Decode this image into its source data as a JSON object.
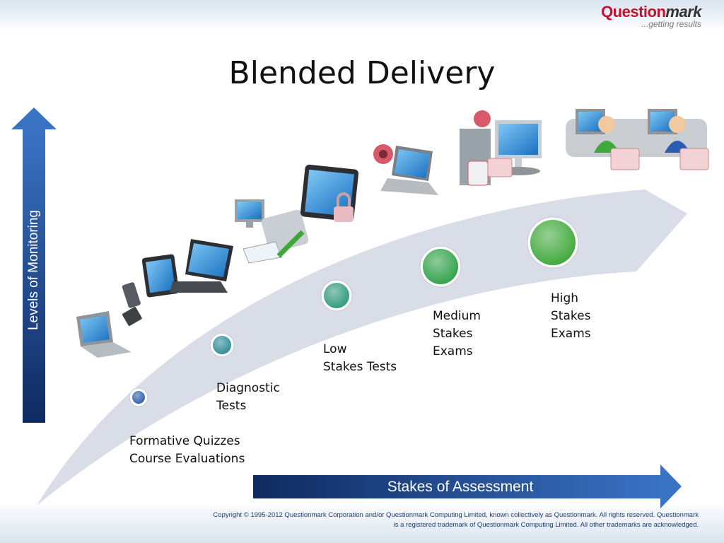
{
  "header": {
    "logo_brand": "Question",
    "logo_brand_bold": "mark",
    "logo_tagline": "...getting results"
  },
  "title": "Blended Delivery",
  "axes": {
    "vertical_label": "Levels of Monitoring",
    "horizontal_label": "Stakes of Assessment"
  },
  "steps": [
    {
      "label": "Formative Quizzes\nCourse Evaluations",
      "color": "#2e5fa8"
    },
    {
      "label": "Diagnostic\nTests",
      "color": "#2e8a99"
    },
    {
      "label": "Low\nStakes Tests",
      "color": "#2e9a78"
    },
    {
      "label": "Medium\nStakes\nExams",
      "color": "#2fa148"
    },
    {
      "label": "High\nStakes\nExams",
      "color": "#3fa83a"
    }
  ],
  "device_groups": [
    "laptop",
    "phone",
    "tablet-and-laptop",
    "computer-and-printer",
    "locked-tablet",
    "laptop-with-webcam",
    "desktop-with-biometrics",
    "proctored-workstations"
  ],
  "footer": {
    "copyright_line1": "Copyright © 1995-2012 Questionmark Corporation and/or Questionmark Computing Limited, known collectively as Questionmark. All rights reserved. Questionmark",
    "copyright_line2": "is a registered trademark of Questionmark Computing Limited. All other trademarks are acknowledged."
  },
  "colors": {
    "arrow_dark": "#14306b",
    "arrow_light": "#2a5db0",
    "ribbon": "#d8dde8"
  }
}
